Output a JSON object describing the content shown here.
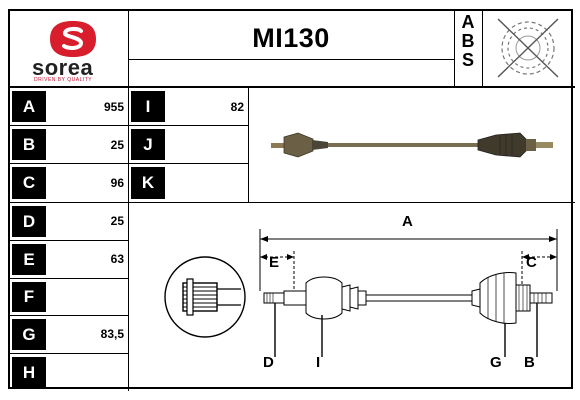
{
  "brand": {
    "name": "sorea",
    "slogan": "DRIVEN BY QUALITY",
    "color": "#d81e2c"
  },
  "part_number": "MI130",
  "symbol_letters": [
    "A",
    "B",
    "S"
  ],
  "rows_left": [
    {
      "key": "A",
      "value": "955"
    },
    {
      "key": "B",
      "value": "25"
    },
    {
      "key": "C",
      "value": "96"
    },
    {
      "key": "D",
      "value": "25"
    },
    {
      "key": "E",
      "value": "63"
    },
    {
      "key": "F",
      "value": ""
    },
    {
      "key": "G",
      "value": "83,5"
    },
    {
      "key": "H",
      "value": ""
    }
  ],
  "rows_mid": [
    {
      "key": "I",
      "value": "82"
    },
    {
      "key": "J",
      "value": ""
    },
    {
      "key": "K",
      "value": ""
    }
  ],
  "diagram_labels": {
    "A": "A",
    "E": "E",
    "C": "C",
    "D": "D",
    "I": "I",
    "G": "G",
    "B": "B"
  },
  "icons": [
    "sorea-logo-icon",
    "abs-ring-icon",
    "drive-shaft-photo",
    "spline-detail-icon",
    "drive-shaft-diagram"
  ]
}
